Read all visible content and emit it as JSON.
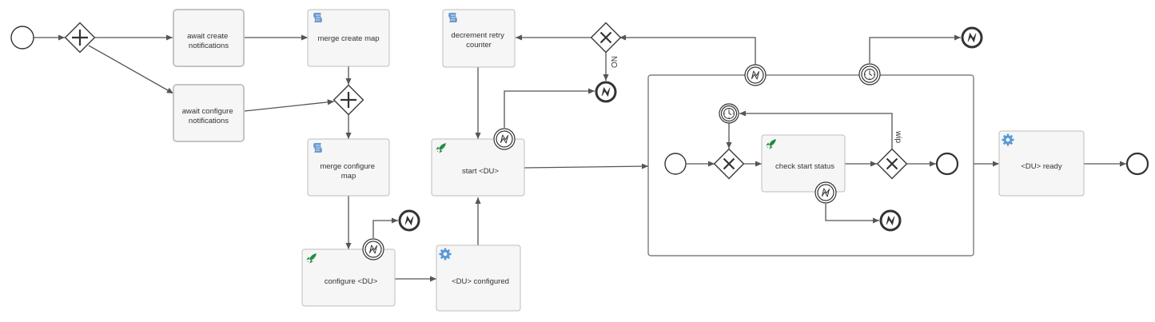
{
  "tasks": {
    "await_create_notifications": [
      "await create",
      "notifications"
    ],
    "await_configure_notifications": [
      "await configure",
      "notifications"
    ],
    "merge_create_map": [
      "merge create map"
    ],
    "merge_configure_map": [
      "merge configure",
      "map"
    ],
    "configure_du": [
      "configure <DU>"
    ],
    "du_configured": [
      "<DU> configured"
    ],
    "start_du": [
      "start <DU>"
    ],
    "decrement_retry_counter": [
      "decrement retry",
      "counter"
    ],
    "check_start_status": [
      "check start status"
    ],
    "du_ready": [
      "<DU> ready"
    ]
  },
  "flow_labels": {
    "no": "NO",
    "wip": "wip"
  },
  "icons": {
    "script": "script-task-icon",
    "service": "service-task-icon",
    "custom": "rocket-icon",
    "error": "error-icon",
    "timer": "timer-icon"
  },
  "colors": {
    "script_icon": "#6b9bd1",
    "service_icon": "#5b9bd5",
    "rocket_icon": "#1e8e3e"
  }
}
